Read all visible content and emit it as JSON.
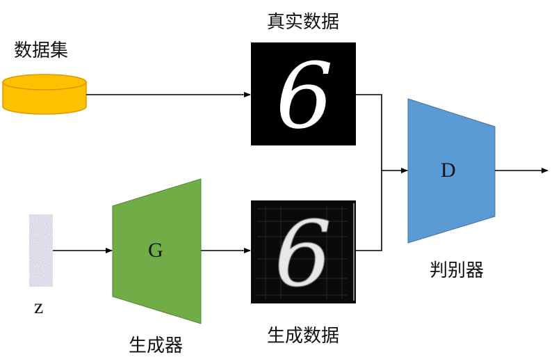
{
  "labels": {
    "dataset": "数据集",
    "real_data": "真实数据",
    "generated_data": "生成数据",
    "generator_caption": "生成器",
    "discriminator_caption": "判别器",
    "generator_letter": "G",
    "discriminator_letter": "D",
    "noise": "z"
  },
  "digits": {
    "real": "6",
    "generated": "6"
  },
  "colors": {
    "dataset_fill": "#ffc000",
    "dataset_stroke": "#d89a00",
    "generator_fill": "#70ad47",
    "generator_stroke": "#548235",
    "discriminator_fill": "#5b9bd5",
    "discriminator_stroke": "#41719c",
    "image_bg": "#000000",
    "arrow": "#000000"
  }
}
